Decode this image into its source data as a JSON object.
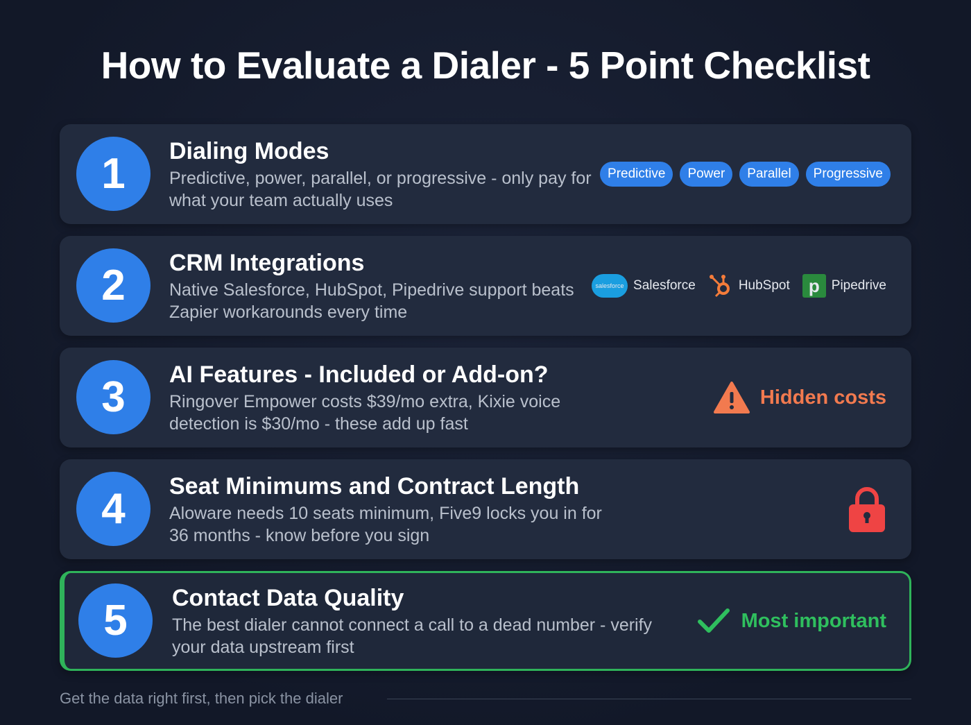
{
  "title": "How to Evaluate a Dialer - 5 Point Checklist",
  "items": [
    {
      "number": "1",
      "title": "Dialing Modes",
      "description": "Predictive, power, parallel, or progressive - only pay for what your team actually uses",
      "tags": [
        "Predictive",
        "Power",
        "Parallel",
        "Progressive"
      ]
    },
    {
      "number": "2",
      "title": "CRM Integrations",
      "description": "Native Salesforce, HubSpot, Pipedrive support beats Zapier workarounds every time",
      "crms": [
        "Salesforce",
        "HubSpot",
        "Pipedrive"
      ],
      "salesforce_logo_text": "salesforce",
      "pipedrive_logo_text": "p"
    },
    {
      "number": "3",
      "title": "AI Features - Included or Add-on?",
      "description": "Ringover Empower costs $39/mo extra, Kixie voice detection is $30/mo - these add up fast",
      "badge": "Hidden costs",
      "icon": "warning-icon",
      "color": "#f27a4f"
    },
    {
      "number": "4",
      "title": "Seat Minimums and Contract Length",
      "description": "Aloware needs 10 seats minimum, Five9 locks you in for 36 months - know before you sign",
      "icon": "lock-icon",
      "color": "#ef4444"
    },
    {
      "number": "5",
      "title": "Contact Data Quality",
      "description": "The best dialer cannot connect a call to a dead number - verify your data upstream first",
      "badge": "Most important",
      "icon": "check-icon",
      "color": "#2fbf5e"
    }
  ],
  "footer": "Get the data right first, then pick the dialer"
}
